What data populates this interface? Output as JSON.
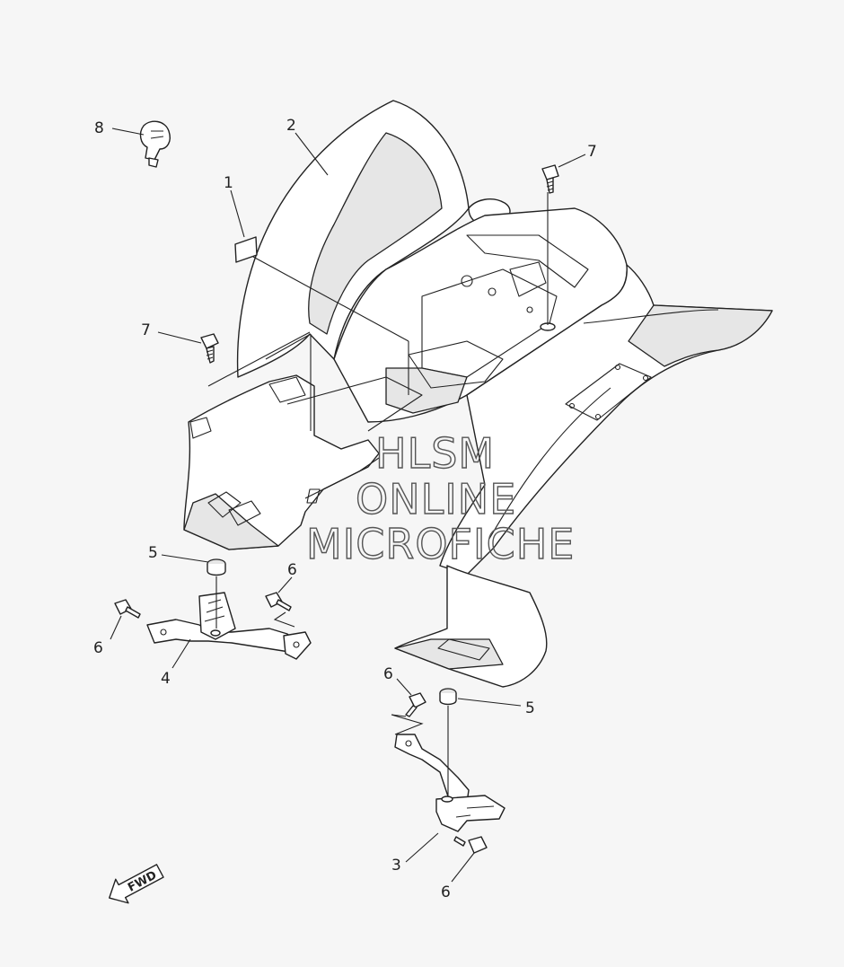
{
  "callouts": {
    "c1": "1",
    "c2": "2",
    "c3": "3",
    "c4": "4",
    "c5a": "5",
    "c5b": "5",
    "c6a": "6",
    "c6b": "6",
    "c6c": "6",
    "c6d": "6",
    "c7a": "7",
    "c7b": "7",
    "c8": "8"
  },
  "watermark": {
    "line1": "HLSM",
    "line2": "ONLINE",
    "line3": "MICROFICHE"
  },
  "direction_marker": {
    "label": "FWD"
  }
}
